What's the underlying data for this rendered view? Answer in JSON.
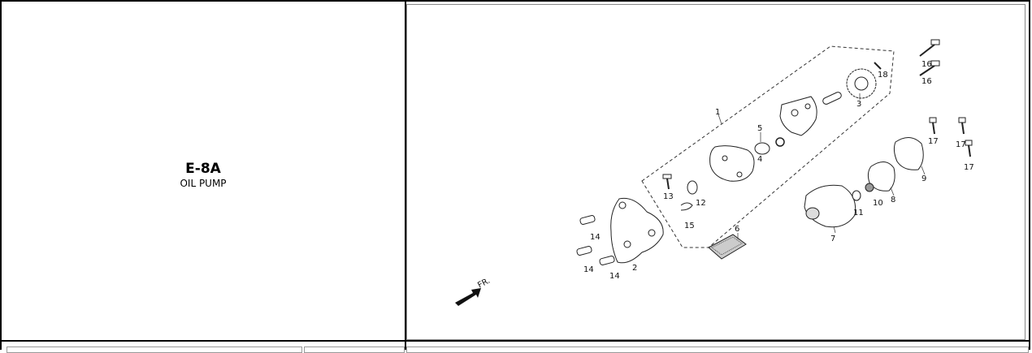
{
  "section": {
    "code": "E-8A",
    "name": "OIL PUMP"
  },
  "diagram": {
    "direction_label": "FR.",
    "callouts": [
      "1",
      "2",
      "3",
      "4",
      "5",
      "6",
      "7",
      "8",
      "9",
      "10",
      "11",
      "12",
      "13",
      "14",
      "14",
      "14",
      "15",
      "16",
      "16",
      "17",
      "17",
      "17",
      "18"
    ]
  }
}
